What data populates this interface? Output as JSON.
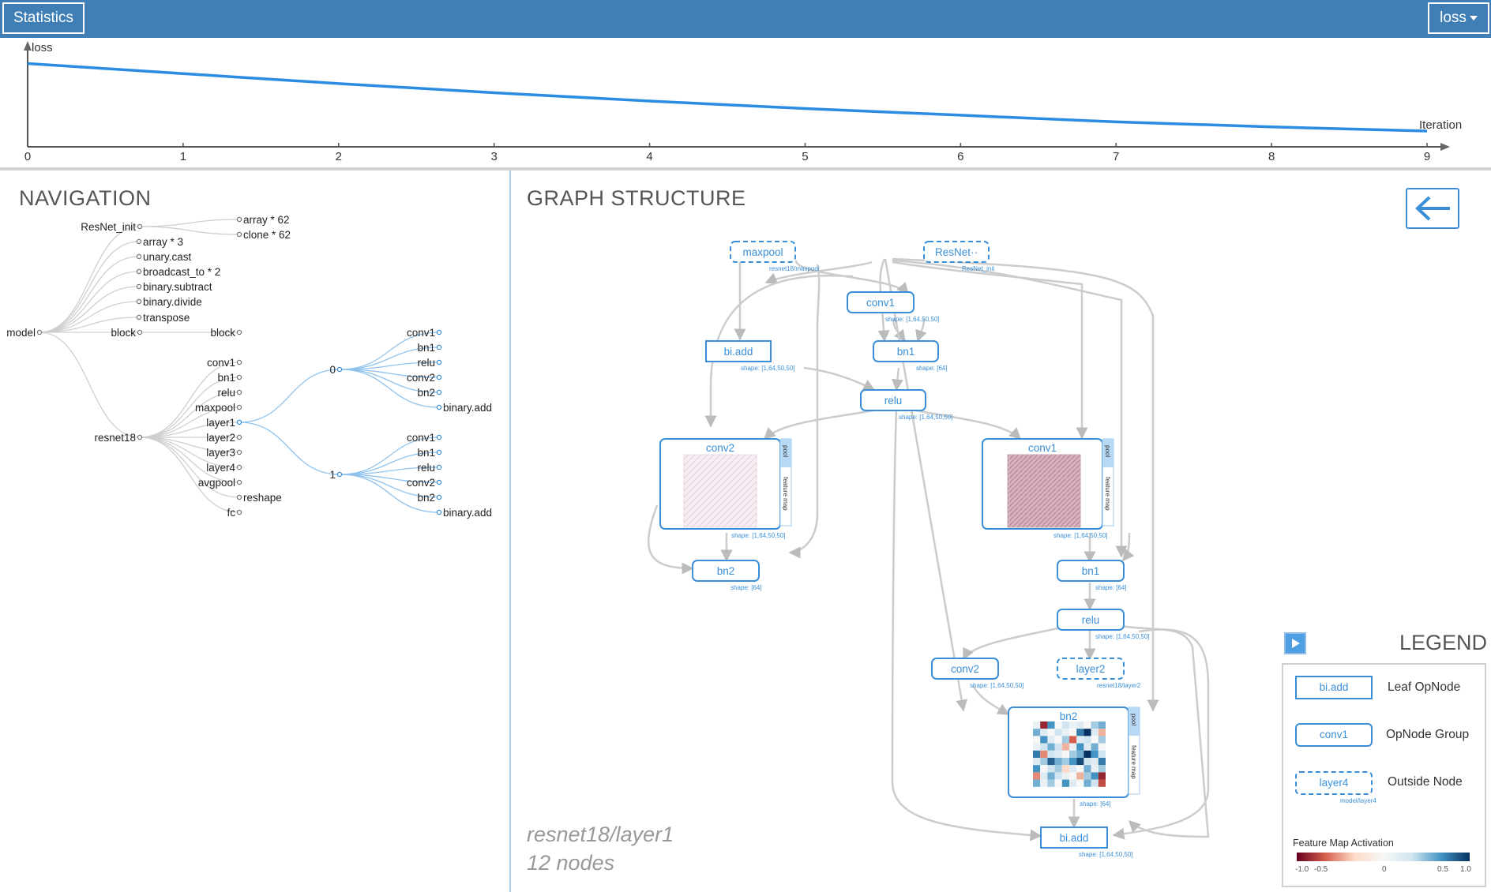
{
  "topbar": {
    "statistics_label": "Statistics",
    "metric_label": "loss"
  },
  "chart_data": {
    "type": "line",
    "title": "",
    "xlabel": "Iteration",
    "ylabel": "loss",
    "x_ticks": [
      "0",
      "1",
      "2",
      "3",
      "4",
      "5",
      "6",
      "7",
      "8",
      "9"
    ],
    "x": [
      0,
      1,
      2,
      3,
      4,
      5,
      6,
      7,
      8,
      9
    ],
    "values": [
      1.0,
      0.88,
      0.76,
      0.65,
      0.55,
      0.46,
      0.38,
      0.3,
      0.24,
      0.19
    ],
    "xlim": [
      0,
      9
    ],
    "ylim": [
      0,
      1.1
    ],
    "grid": false,
    "color": "#2a8de3"
  },
  "navigation": {
    "title": "NAVIGATION",
    "labels": {
      "model": "model",
      "resnet_init": "ResNet_init",
      "array62": "array * 62",
      "clone62": "clone * 62",
      "array3": "array * 3",
      "unary_cast": "unary.cast",
      "broadcast": "broadcast_to * 2",
      "subtract": "binary.subtract",
      "divide": "binary.divide",
      "transpose": "transpose",
      "block1": "block",
      "block2": "block",
      "resnet18": "resnet18",
      "conv1": "conv1",
      "bn1": "bn1",
      "relu": "relu",
      "maxpool": "maxpool",
      "layer1": "layer1",
      "layer2": "layer2",
      "layer3": "layer3",
      "layer4": "layer4",
      "avgpool": "avgpool",
      "reshape": "reshape",
      "fc": "fc",
      "b0": "0",
      "b0_conv1": "conv1",
      "b0_bn1": "bn1",
      "b0_relu": "relu",
      "b0_conv2": "conv2",
      "b0_bn2": "bn2",
      "b0_add": "binary.add",
      "b1": "1",
      "b1_conv1": "conv1",
      "b1_bn1": "bn1",
      "b1_relu": "relu",
      "b1_conv2": "conv2",
      "b1_bn2": "bn2",
      "b1_add": "binary.add"
    }
  },
  "graph": {
    "title": "GRAPH STRUCTURE",
    "scope_path": "resnet18/layer1",
    "node_count": "12 nodes",
    "nodes": {
      "maxpool": "maxpool",
      "maxpool_sub": "resnet18/maxpool",
      "resnet": "ResNet··",
      "resnet_sub": "ResNet_init",
      "conv1_top": "conv1",
      "conv1_top_shape": "shape: [1,64,50,50]",
      "biadd_top": "bi.add",
      "biadd_top_shape": "shape: [1,64,50,50]",
      "bn1_top": "bn1",
      "bn1_top_shape": "shape: [64]",
      "relu_top": "relu",
      "relu_top_shape": "shape: [1,64,50,50]",
      "conv2_left": "conv2",
      "conv2_left_shape": "shape: [1,64,50,50]",
      "conv1_right": "conv1",
      "conv1_right_shape": "shape: [1,64,50,50]",
      "bn2_left": "bn2",
      "bn2_left_shape": "shape: [64]",
      "bn1_right": "bn1",
      "bn1_right_shape": "shape: [64]",
      "relu_right": "relu",
      "relu_right_shape": "shape: [1,64,50,50]",
      "conv2_right": "conv2",
      "conv2_right_shape": "shape: [1,64,50,50]",
      "layer2": "layer2",
      "layer2_sub": "resnet18/layer2",
      "bn2_right": "bn2",
      "bn2_right_shape": "shape: [64]",
      "biadd_bottom": "bi.add",
      "biadd_bottom_shape": "shape: [1,64,50,50]",
      "tab_pool": "pool",
      "tab_feature_map": "feature map"
    }
  },
  "legend": {
    "title": "LEGEND",
    "leaf_sample": "bi.add",
    "leaf_label": "Leaf OpNode",
    "group_sample": "conv1",
    "group_label": "OpNode Group",
    "outside_sample": "layer4",
    "outside_sub": "model/layer4",
    "outside_label": "Outside Node",
    "feature_map_title": "Feature Map Activation",
    "ticks": [
      "-1.0",
      "-0.5",
      "0",
      "0.5",
      "1.0"
    ]
  },
  "colors": {
    "topbar": "#3f7fb5",
    "accent": "#3a8fd8",
    "edge": "#cccccc",
    "nav_edge_selected": "#8fc3ee"
  },
  "icons": {
    "back": "back-arrow-icon",
    "legend_toggle": "play-icon",
    "dropdown": "caret-down-icon"
  }
}
